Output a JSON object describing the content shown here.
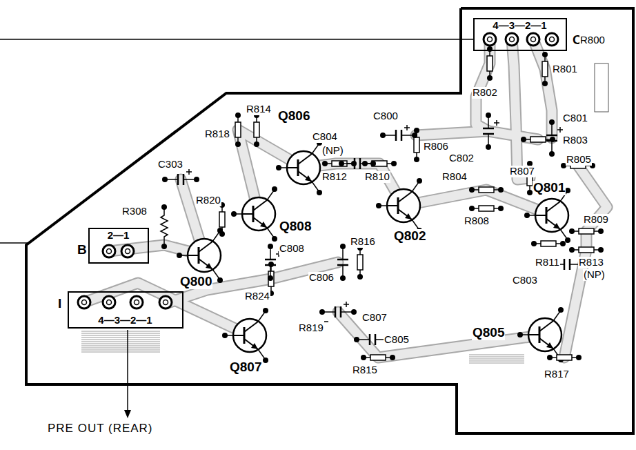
{
  "diagram": {
    "nodes": [
      {
        "text": [
          "4—3—2—1",
          "C"
        ]
      },
      {
        "text": [
          "2—1",
          "B"
        ]
      },
      {
        "text": [
          "4—3—2—1",
          "I"
        ]
      }
    ],
    "labels": [
      "R800",
      "R801",
      "R802",
      "R814",
      "R818",
      "Q806",
      "C800",
      "C804",
      "(NP)",
      "R806",
      "C802",
      "C801",
      "R803",
      "R805",
      "R807",
      "R812",
      "R810",
      "R804",
      "C303",
      "R820",
      "R308",
      "Q808",
      "Q802",
      "R808",
      "Q801",
      "R809",
      "R816",
      "C808",
      "R811",
      "R813",
      "(NP)",
      "C803",
      "Q800",
      "C806",
      "R824",
      "R819",
      "C807",
      "C805",
      "Q805",
      "R815",
      "R817",
      "Q807",
      "PRE OUT (REAR)"
    ]
  }
}
